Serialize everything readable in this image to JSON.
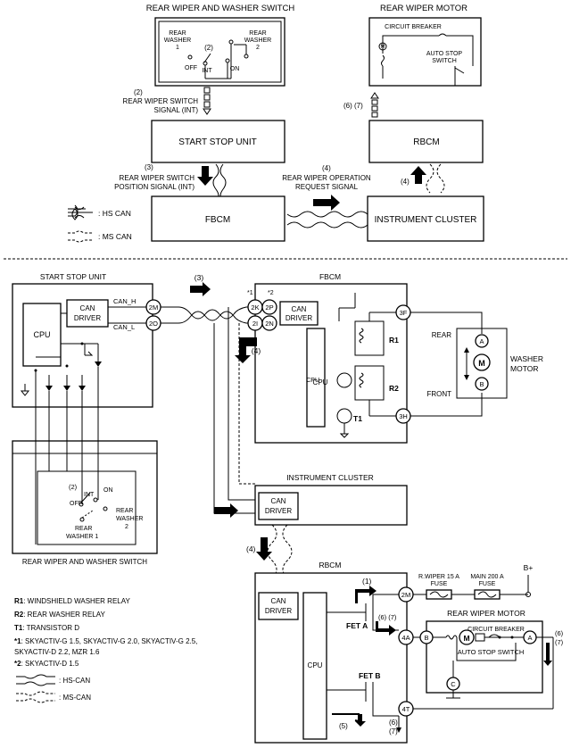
{
  "top": {
    "switch_title": "REAR WIPER AND WASHER SWITCH",
    "motor_title": "REAR WIPER MOTOR",
    "sw_rear_washer_1": [
      "REAR",
      "WASHER",
      "1"
    ],
    "sw_rear_washer_2": [
      "REAR",
      "WASHER",
      "2"
    ],
    "sw_off": "OFF",
    "sw_int": "INT",
    "sw_on": "ON",
    "sw_step": "(2)",
    "circuit_breaker": "CIRCUIT BREAKER",
    "auto_stop_switch": [
      "AUTO STOP",
      "SWITCH"
    ],
    "motor_symbol": "M",
    "signal2_step": "(2)",
    "signal2_text": [
      "REAR WIPER SWITCH",
      "SIGNAL (INT)"
    ],
    "start_stop_unit": "START STOP UNIT",
    "rbcm": "RBCM",
    "step67": "(6) (7)",
    "signal3_step": "(3)",
    "signal3_text": [
      "REAR WIPER SWITCH",
      "POSITION SIGNAL (INT)"
    ],
    "signal4_step": "(4)",
    "signal4_text": [
      "REAR WIPER OPERATION",
      "REQUEST SIGNAL"
    ],
    "step4": "(4)",
    "fbcm": "FBCM",
    "instrument_cluster": "INSTRUMENT CLUSTER",
    "legend_hs": ": HS CAN",
    "legend_ms": ": MS CAN"
  },
  "bottom": {
    "start_stop_unit": "START STOP UNIT",
    "cpu": "CPU",
    "can_driver": [
      "CAN",
      "DRIVER"
    ],
    "can_h": "CAN_H",
    "can_l": "CAN_L",
    "pin_2m": "2M",
    "pin_2o": "2O",
    "step3": "(3)",
    "fbcm": "FBCM",
    "star1": "*1",
    "star2": "*2",
    "pin_2k": "2K",
    "pin_2p": "2P",
    "pin_2i": "2I",
    "pin_2n": "2N",
    "step4": "(4)",
    "pin_3f": "3F",
    "pin_3h": "3H",
    "r1": "R1",
    "r2": "R2",
    "t1": "T1",
    "rear": "REAR",
    "front": "FRONT",
    "washer_motor": [
      "WASHER",
      "MOTOR"
    ],
    "pump_a": "A",
    "pump_b": "B",
    "pump_m": "M",
    "switch_caption": "REAR WIPER AND WASHER SWITCH",
    "sw_step": "(2)",
    "sw_off": "OFF",
    "sw_int": "INT",
    "sw_on": "ON",
    "sw_rear_washer_1": [
      "REAR",
      "WASHER 1"
    ],
    "sw_rear_washer_2": [
      "REAR",
      "WASHER",
      "2"
    ],
    "instrument_cluster": "INSTRUMENT CLUSTER",
    "step4b": "(4)",
    "rbcm": "RBCM",
    "step1": "(1)",
    "fuse1": [
      "R.WIPER 15 A",
      "FUSE"
    ],
    "fuse2": [
      "MAIN 200 A",
      "FUSE"
    ],
    "b_plus": "B+",
    "fet_a": "FET A",
    "fet_b": "FET B",
    "step67": "(6) (7)",
    "pin_4a": "4A",
    "pin_4t": "4T",
    "motor_title": "REAR WIPER MOTOR",
    "circuit_breaker": "CIRCUIT BREAKER",
    "auto_stop_switch": "AUTO STOP SWITCH",
    "term_a": "A",
    "term_b": "B",
    "term_c": "C",
    "step6": "(6)",
    "step7": "(7)",
    "step5": "(5)"
  },
  "legend": {
    "items": [
      {
        "key": "R1",
        "text": ": WINDSHIELD WASHER RELAY"
      },
      {
        "key": "R2",
        "text": ": REAR WASHER RELAY"
      },
      {
        "key": "T1",
        "text": ": TRANSISTOR D"
      },
      {
        "key": "*1",
        "text": ": SKYACTIV-G 1.5, SKYACTIV-G 2.0, SKYACTIV-G 2.5,"
      },
      {
        "key": "",
        "text": "SKYACTIV-D 2.2, MZR 1.6"
      },
      {
        "key": "*2",
        "text": ": SKYACTIV-D 1.5"
      }
    ],
    "hs_can": ": HS-CAN",
    "ms_can": ": MS-CAN"
  }
}
